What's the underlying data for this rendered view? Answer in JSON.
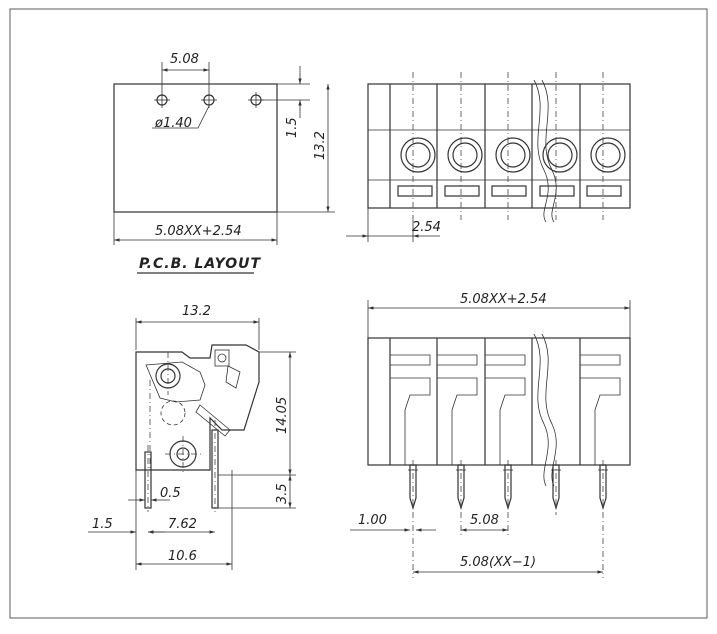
{
  "pcb_layout": {
    "title": "P.C.B. LAYOUT",
    "pitch": "5.08",
    "hole_dia": "ø1.40",
    "offset": "1.5",
    "height": "13.2",
    "width": "5.08XX+2.54"
  },
  "top_view": {
    "end_offset": "2.54"
  },
  "side_view": {
    "depth": "13.2",
    "body_height": "14.05",
    "pin_length": "3.5",
    "pin_thickness": "0.5",
    "pin_offset": "1.5",
    "pin_span": "7.62",
    "base_width": "10.6"
  },
  "front_view": {
    "width": "5.08XX+2.54",
    "pin_width": "1.00",
    "pitch": "5.08",
    "pin_span": "5.08(XX−1)"
  }
}
